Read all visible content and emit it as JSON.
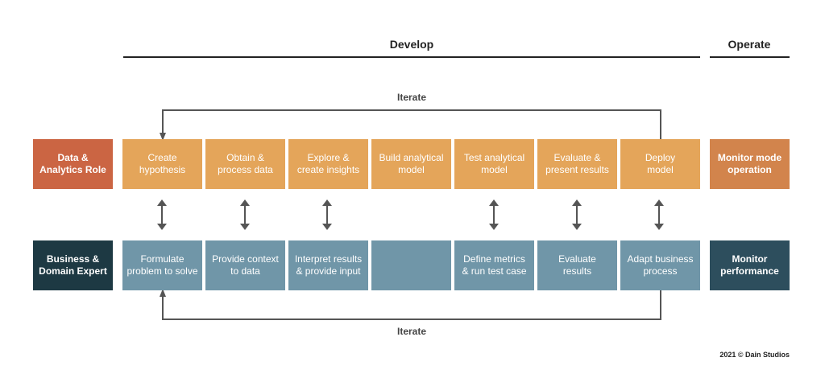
{
  "phases": {
    "develop": "Develop",
    "operate": "Operate"
  },
  "iterate": {
    "top": "Iterate",
    "bottom": "Iterate"
  },
  "roles": {
    "data": "Data &\nAnalytics Role",
    "business": "Business &\nDomain Expert"
  },
  "data_steps": [
    "Create\nhypothesis",
    "Obtain &\nprocess data",
    "Explore &\ncreate insights",
    "Build analytical\nmodel",
    "Test analytical\nmodel",
    "Evaluate &\npresent results",
    "Deploy\nmodel"
  ],
  "business_steps": [
    "Formulate\nproblem to solve",
    "Provide context\nto data",
    "Interpret results\n& provide input",
    "",
    "Define metrics\n& run test case",
    "Evaluate\nresults",
    "Adapt business\nprocess"
  ],
  "operate": {
    "data": "Monitor mode\noperation",
    "business": "Monitor\nperformance"
  },
  "footer": "2021 © Dain Studios",
  "colors": {
    "data_step": "#E4A55A",
    "data_role": "#CB6543",
    "operate_data": "#D2844C",
    "business_step": "#7096A8",
    "business_role": "#1D3943",
    "operate_business": "#2D4E5D"
  }
}
